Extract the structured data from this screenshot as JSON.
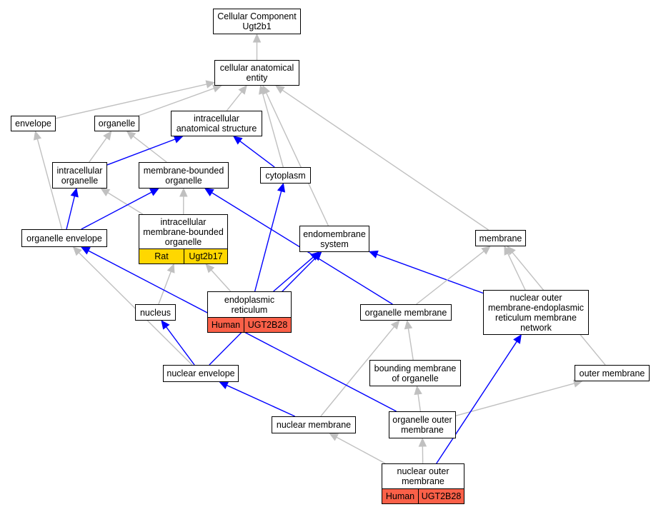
{
  "colors": {
    "edge_grey": "#c0c0c0",
    "edge_blue": "#0000ff",
    "rat_fill": "#ffd700",
    "human_fill": "#fa6048"
  },
  "nodes": {
    "root": {
      "lines": [
        "Cellular Component",
        "Ugt2b1"
      ]
    },
    "cae": {
      "lines": [
        "cellular anatomical",
        "entity"
      ]
    },
    "envelope": {
      "lines": [
        "envelope"
      ]
    },
    "organelle": {
      "lines": [
        "organelle"
      ]
    },
    "ias": {
      "lines": [
        "intracellular",
        "anatomical structure"
      ]
    },
    "io": {
      "lines": [
        "intracellular",
        "organelle"
      ]
    },
    "mbo": {
      "lines": [
        "membrane-bounded",
        "organelle"
      ]
    },
    "cytoplasm": {
      "lines": [
        "cytoplasm"
      ]
    },
    "imbo": {
      "lines": [
        "intracellular",
        "membrane-bounded",
        "organelle"
      ],
      "species": "Rat",
      "gene": "Ugt2b17"
    },
    "orgenv": {
      "lines": [
        "organelle envelope"
      ]
    },
    "endo": {
      "lines": [
        "endomembrane",
        "system"
      ]
    },
    "membrane": {
      "lines": [
        "membrane"
      ]
    },
    "er": {
      "lines": [
        "endoplasmic",
        "reticulum"
      ],
      "species": "Human",
      "gene": "UGT2B28"
    },
    "nucleus": {
      "lines": [
        "nucleus"
      ]
    },
    "orgmem": {
      "lines": [
        "organelle membrane"
      ]
    },
    "nomern": {
      "lines": [
        "nuclear outer",
        "membrane-endoplasmic",
        "reticulum membrane",
        "network"
      ]
    },
    "bmo": {
      "lines": [
        "bounding membrane",
        "of organelle"
      ]
    },
    "nucenv": {
      "lines": [
        "nuclear envelope"
      ]
    },
    "outermem": {
      "lines": [
        "outer membrane"
      ]
    },
    "nucmem": {
      "lines": [
        "nuclear membrane"
      ]
    },
    "orgouter": {
      "lines": [
        "organelle outer",
        "membrane"
      ]
    },
    "nom": {
      "lines": [
        "nuclear outer",
        "membrane"
      ],
      "species": "Human",
      "gene": "UGT2B28"
    }
  },
  "edges": [
    {
      "from": "cae",
      "to": "root",
      "color": "grey"
    },
    {
      "from": "envelope",
      "to": "cae",
      "color": "grey"
    },
    {
      "from": "organelle",
      "to": "cae",
      "color": "grey"
    },
    {
      "from": "ias",
      "to": "cae",
      "color": "grey"
    },
    {
      "from": "cytoplasm",
      "to": "cae",
      "color": "grey"
    },
    {
      "from": "endo",
      "to": "cae",
      "color": "grey"
    },
    {
      "from": "membrane",
      "to": "cae",
      "color": "grey"
    },
    {
      "from": "io",
      "to": "organelle",
      "color": "grey"
    },
    {
      "from": "mbo",
      "to": "organelle",
      "color": "grey"
    },
    {
      "from": "io",
      "to": "ias",
      "color": "blue"
    },
    {
      "from": "cytoplasm",
      "to": "ias",
      "color": "blue"
    },
    {
      "from": "imbo",
      "to": "mbo",
      "color": "grey"
    },
    {
      "from": "imbo",
      "to": "io",
      "color": "grey"
    },
    {
      "from": "orgenv",
      "to": "envelope",
      "color": "grey"
    },
    {
      "from": "orgenv",
      "to": "io",
      "color": "blue"
    },
    {
      "from": "orgenv",
      "to": "mbo",
      "color": "blue"
    },
    {
      "from": "orgmem",
      "to": "mbo",
      "color": "blue"
    },
    {
      "from": "er",
      "to": "cytoplasm",
      "color": "blue"
    },
    {
      "from": "er",
      "to": "endo",
      "color": "blue"
    },
    {
      "from": "er",
      "to": "imbo",
      "color": "grey"
    },
    {
      "from": "nucleus",
      "to": "imbo",
      "color": "grey"
    },
    {
      "from": "nomern",
      "to": "endo",
      "color": "blue"
    },
    {
      "from": "nomern",
      "to": "membrane",
      "color": "grey"
    },
    {
      "from": "orgmem",
      "to": "membrane",
      "color": "grey"
    },
    {
      "from": "outermem",
      "to": "membrane",
      "color": "grey"
    },
    {
      "from": "nucenv",
      "to": "nucleus",
      "color": "blue"
    },
    {
      "from": "nucenv",
      "to": "orgenv",
      "color": "grey"
    },
    {
      "from": "nucenv",
      "to": "endo",
      "color": "blue"
    },
    {
      "from": "bmo",
      "to": "orgmem",
      "color": "grey"
    },
    {
      "from": "nucmem",
      "to": "orgmem",
      "color": "grey"
    },
    {
      "from": "nucmem",
      "to": "nucenv",
      "color": "blue"
    },
    {
      "from": "orgouter",
      "to": "orgenv",
      "color": "blue"
    },
    {
      "from": "orgouter",
      "to": "bmo",
      "color": "grey"
    },
    {
      "from": "orgouter",
      "to": "outermem",
      "color": "grey"
    },
    {
      "from": "nom",
      "to": "orgouter",
      "color": "grey"
    },
    {
      "from": "nom",
      "to": "nucmem",
      "color": "grey"
    },
    {
      "from": "nom",
      "to": "nomern",
      "color": "blue"
    }
  ]
}
